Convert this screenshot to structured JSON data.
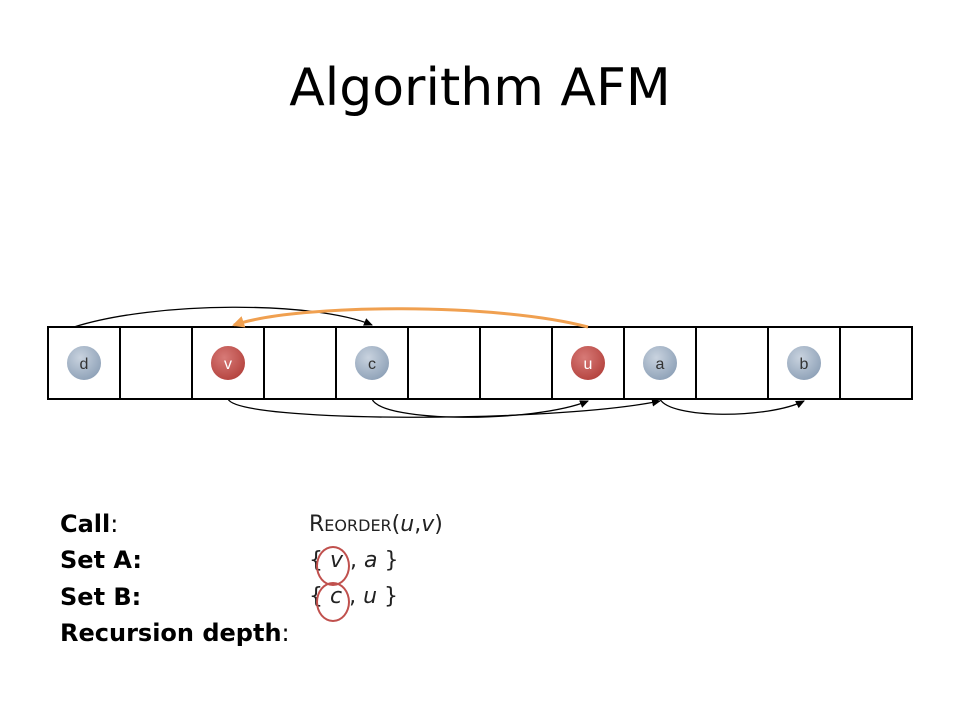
{
  "title": "Algorithm AFM",
  "array": {
    "slots": 12,
    "nodes": [
      {
        "label": "d",
        "slot": 0,
        "highlight": false
      },
      {
        "label": "v",
        "slot": 2,
        "highlight": true
      },
      {
        "label": "c",
        "slot": 4,
        "highlight": false
      },
      {
        "label": "u",
        "slot": 7,
        "highlight": true
      },
      {
        "label": "a",
        "slot": 8,
        "highlight": false
      },
      {
        "label": "b",
        "slot": 10,
        "highlight": false
      }
    ],
    "arcs": [
      {
        "from": "d",
        "to": "c",
        "side": "top",
        "color": "#000000"
      },
      {
        "from": "u",
        "to": "v",
        "side": "top",
        "color": "#f0a050"
      },
      {
        "from": "v",
        "to": "a",
        "side": "bottom",
        "color": "#000000"
      },
      {
        "from": "c",
        "to": "u",
        "side": "bottom",
        "color": "#000000"
      },
      {
        "from": "a",
        "to": "b",
        "side": "bottom",
        "color": "#000000"
      }
    ]
  },
  "colors": {
    "highlight_node": "#c0504d",
    "normal_node": "#9fb0c4",
    "circle_mark": "#c0504d"
  },
  "info": {
    "call_label": "Call",
    "set_a_label": "Set A:",
    "set_b_label": "Set B:",
    "depth_label": "Recursion depth",
    "colon": ":",
    "call_value": {
      "r": "R",
      "eorder": "EORDER",
      "open": "(",
      "arg1": "u",
      "comma": ",",
      "arg2": "v",
      "close": ")"
    },
    "set_a": {
      "open": "{ ",
      "first": "v",
      "sep": " , ",
      "second": "a",
      "close": " }"
    },
    "set_b": {
      "open": "{ ",
      "first": "c",
      "sep": " , ",
      "second": "u",
      "close": " }"
    }
  }
}
